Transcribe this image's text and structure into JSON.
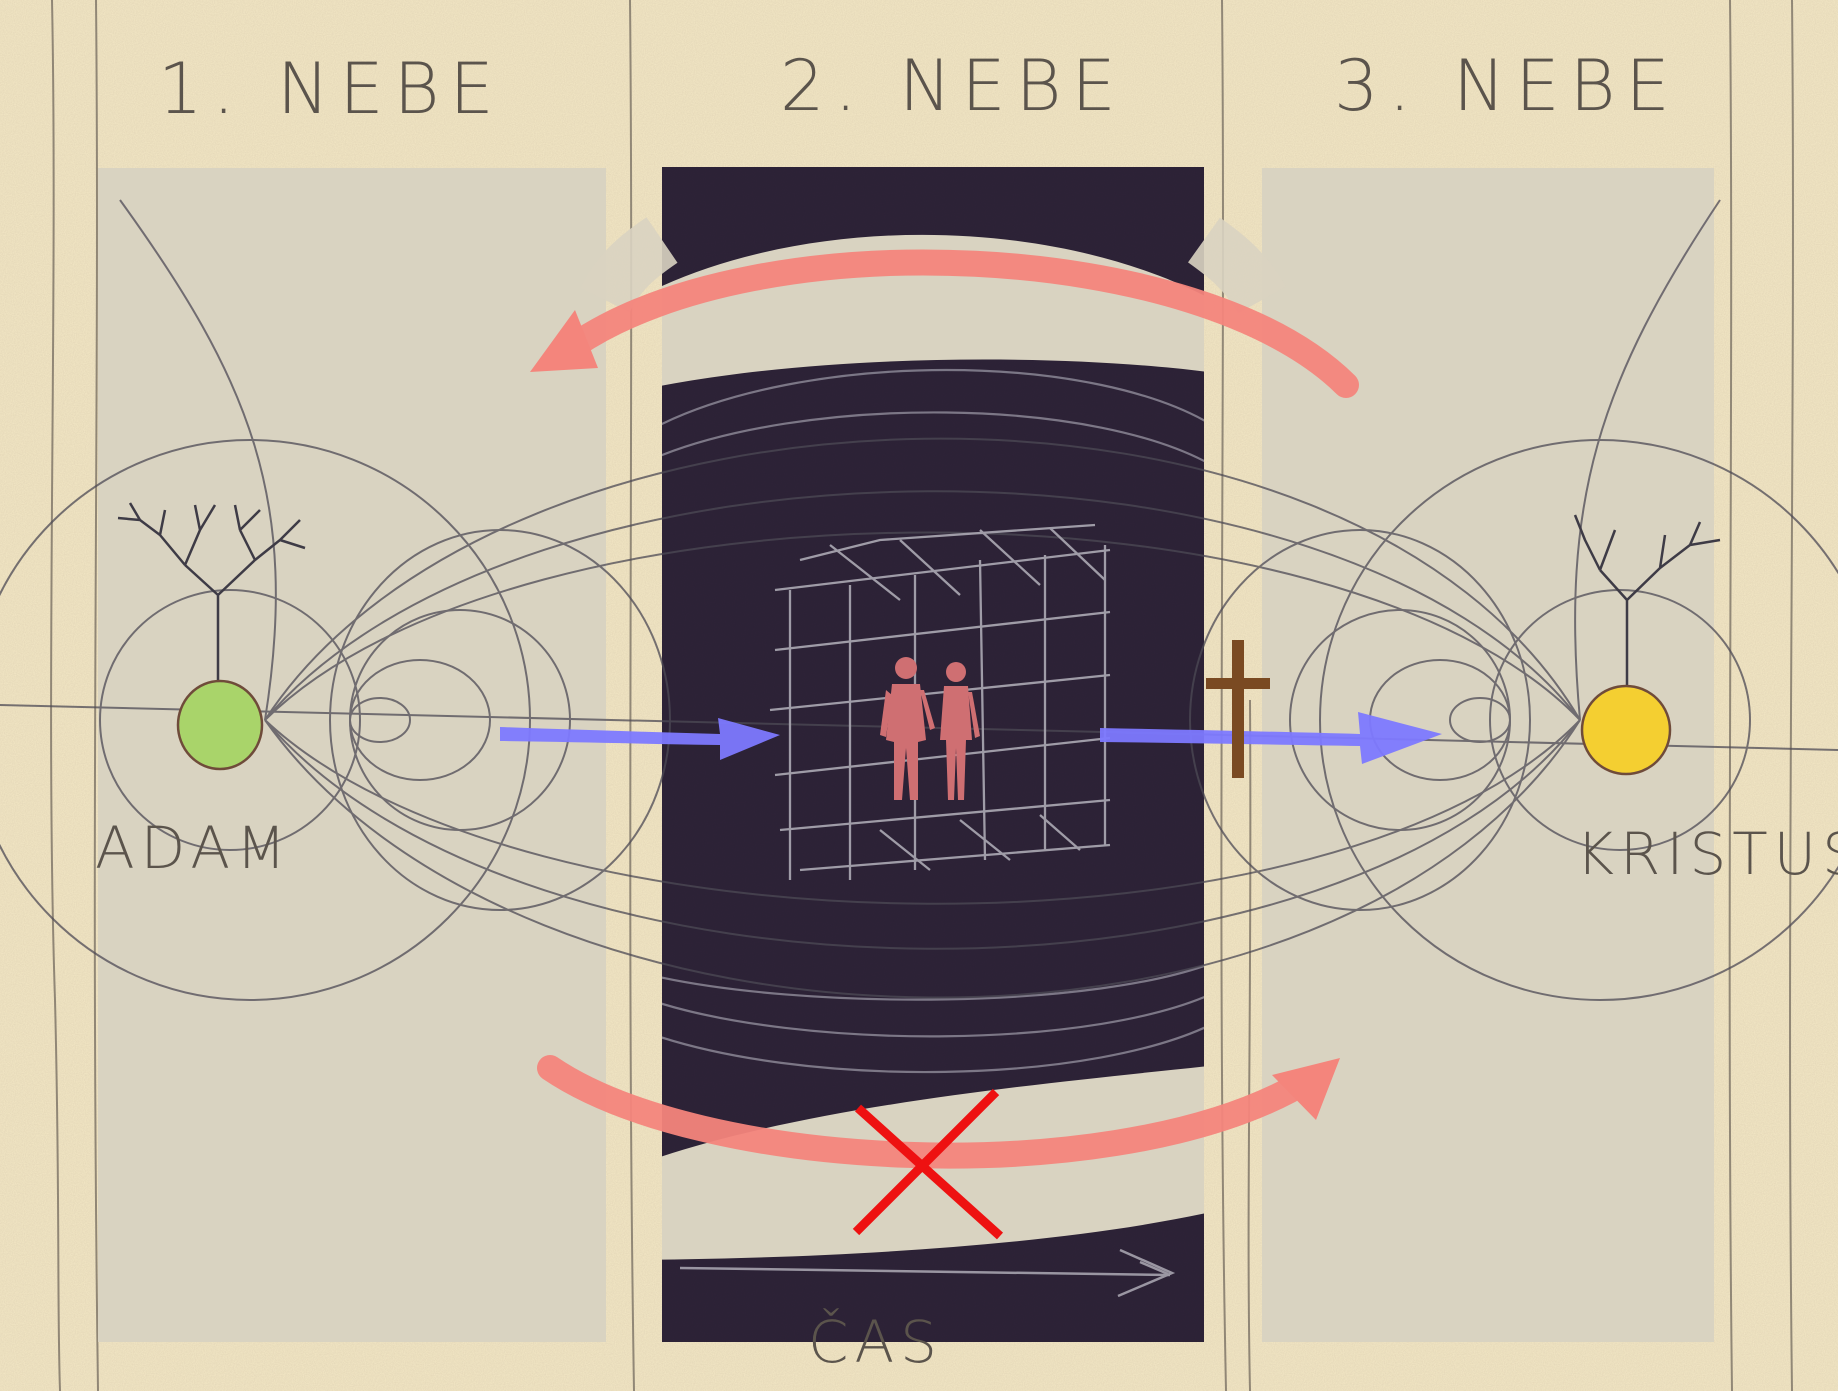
{
  "headings": {
    "first": "1. NEBE",
    "second": "2. NEBE",
    "third": "3. NEBE"
  },
  "labels": {
    "left_node": "ADAM",
    "right_node": "KRISTUS",
    "time": "ČAS"
  },
  "colors": {
    "paper": "#f5e8c6",
    "panel_gray": "#d9d3c1",
    "panel_dark": "#2e2338",
    "pencil": "#4d4a55",
    "adam_node": "#a9d46a",
    "kristus_node": "#f4cf31",
    "blue_arrow": "#7d79ff",
    "salmon_arrow": "#f4857c",
    "figures": "#cf6f72",
    "cross": "#7a4a22",
    "strike": "#ee1111"
  },
  "icons": {
    "left_tree": "tree-icon",
    "right_tree": "tree-icon",
    "couple": "human-couple-icon",
    "cross": "cross-icon",
    "strike": "x-mark-icon"
  }
}
